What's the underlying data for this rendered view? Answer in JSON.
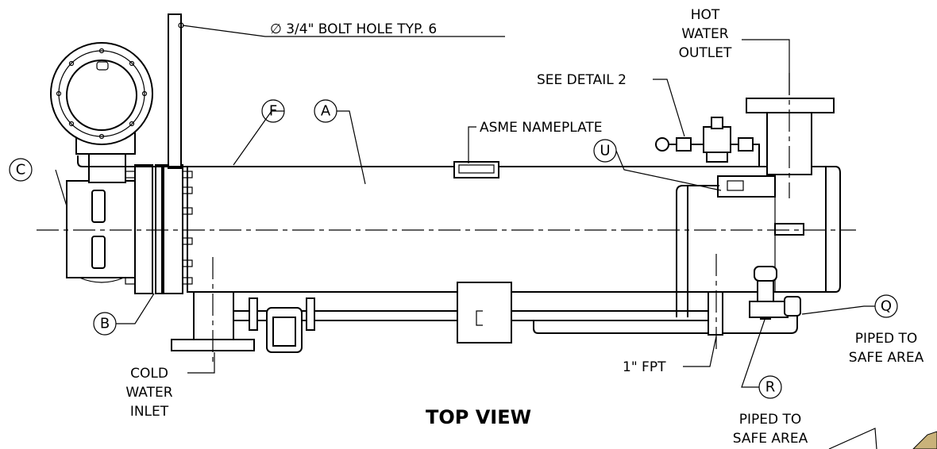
{
  "view_title": "TOP VIEW",
  "callouts": {
    "bolt_hole": "∅ 3/4\" BOLT HOLE TYP. 6",
    "hot_water_outlet": [
      "HOT",
      "WATER",
      "OUTLET"
    ],
    "see_detail": "SEE DETAIL 2",
    "asme_nameplate": "ASME NAMEPLATE",
    "cold_water_inlet": [
      "COLD",
      "WATER",
      "INLET"
    ],
    "fpt": "1\" FPT",
    "piped_q": [
      "PIPED TO",
      "SAFE AREA"
    ],
    "piped_r": [
      "PIPED TO",
      "SAFE AREA"
    ]
  },
  "bubbles": {
    "a": "A",
    "b": "B",
    "c": "C",
    "f": "F",
    "q": "Q",
    "r": "R",
    "u": "U"
  }
}
